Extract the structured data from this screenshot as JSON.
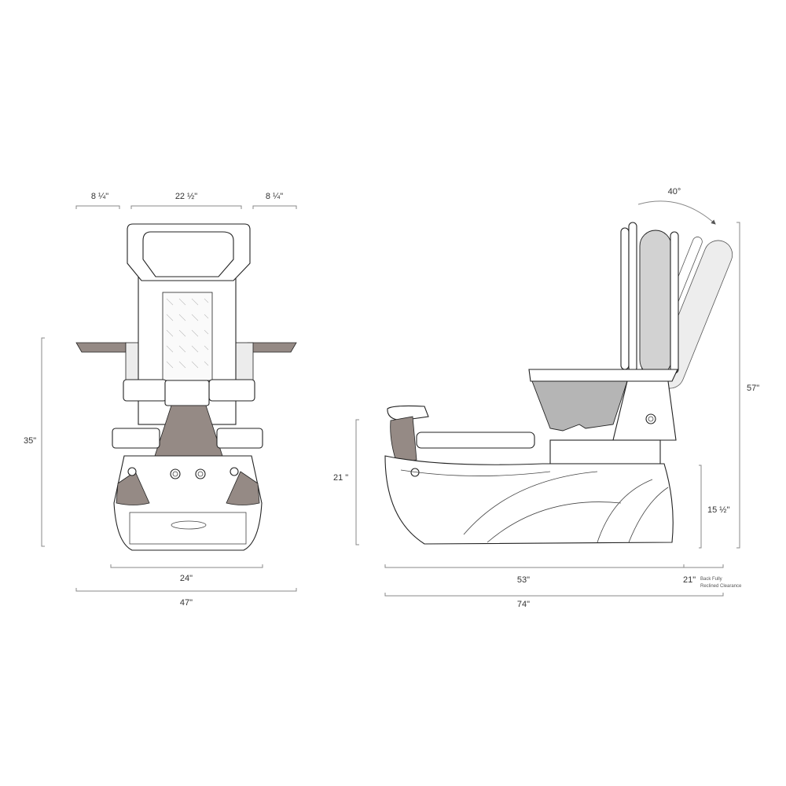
{
  "colors": {
    "taupe": "#958a85",
    "light_gray": "#d2d2d2",
    "pale_gray": "#ececec",
    "outline": "#222222"
  },
  "front_view": {
    "dim_left_tray": "8 ¼\"",
    "dim_seat_width": "22 ½\"",
    "dim_right_tray": "8 ¼\"",
    "dim_height": "35\"",
    "dim_base_width": "24\"",
    "dim_total_width": "47\""
  },
  "side_view": {
    "dim_recline_angle": "40°",
    "dim_total_height": "57\"",
    "dim_footrest_height": "21 \"",
    "dim_base_height": "15 ½\"",
    "dim_length": "53\"",
    "dim_clearance": "21\"",
    "clearance_note_line1": "Back Fully",
    "clearance_note_line2": "Reclined Clearance",
    "dim_total_length": "74\""
  }
}
